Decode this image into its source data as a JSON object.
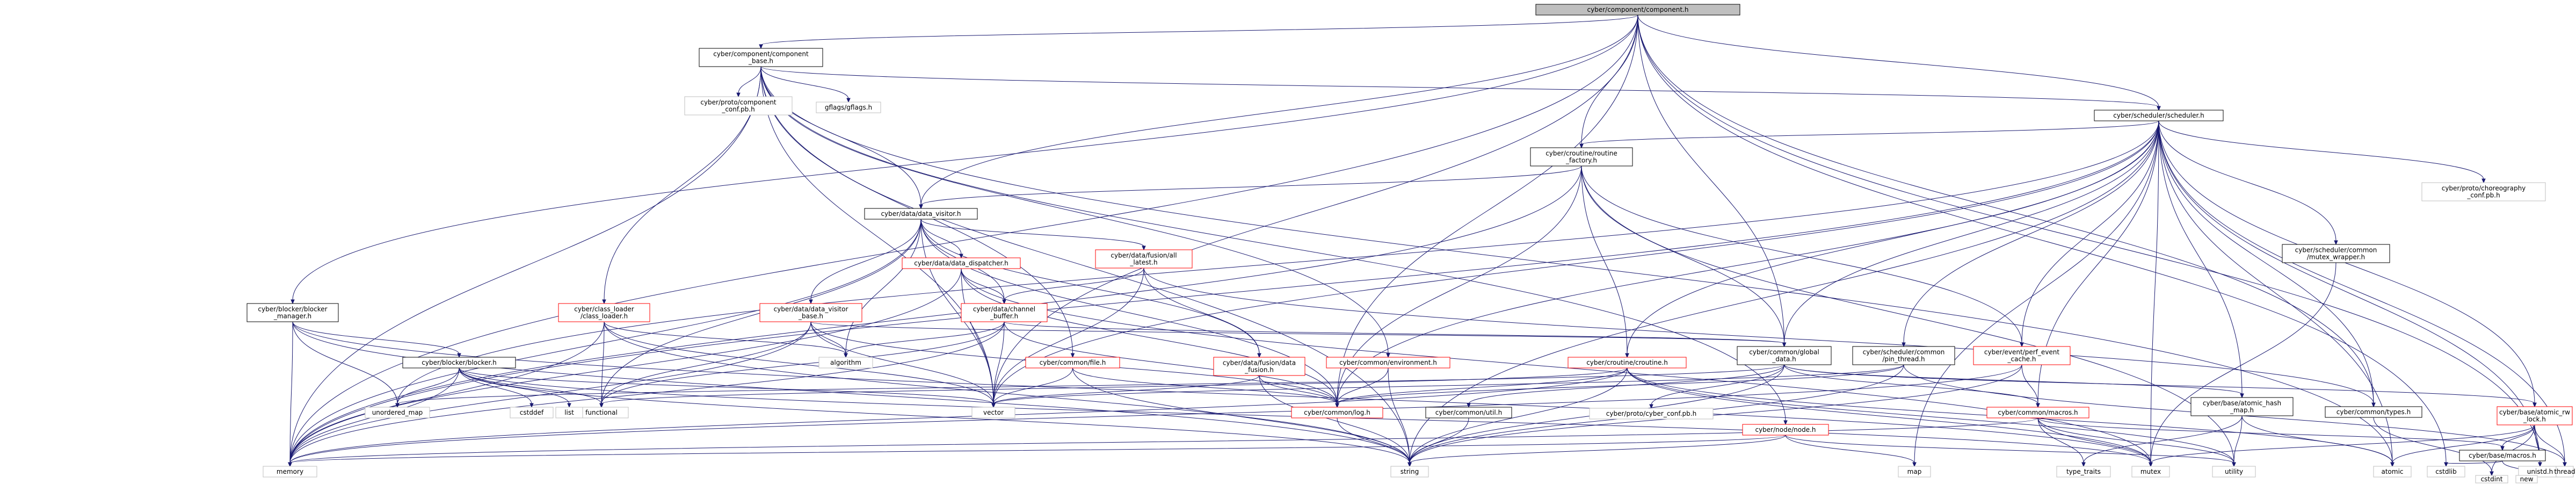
{
  "graph": {
    "nodes": [
      {
        "id": "component_h",
        "lines": [
          "cyber/component/component.h"
        ],
        "style": "root"
      },
      {
        "id": "component_base_h",
        "lines": [
          "cyber/component/component",
          "_base.h"
        ],
        "style": "normal"
      },
      {
        "id": "scheduler_h",
        "lines": [
          "cyber/scheduler/scheduler.h"
        ],
        "style": "normal"
      },
      {
        "id": "routine_factory_h",
        "lines": [
          "cyber/croutine/routine",
          "_factory.h"
        ],
        "style": "normal"
      },
      {
        "id": "data_visitor_h",
        "lines": [
          "cyber/data/data_visitor.h"
        ],
        "style": "normal"
      },
      {
        "id": "data_dispatcher_h",
        "lines": [
          "cyber/data/data_dispatcher.h"
        ],
        "style": "red"
      },
      {
        "id": "all_latest_h",
        "lines": [
          "cyber/data/fusion/all",
          "_latest.h"
        ],
        "style": "red"
      },
      {
        "id": "blocker_manager_h",
        "lines": [
          "cyber/blocker/blocker",
          "_manager.h"
        ],
        "style": "normal"
      },
      {
        "id": "class_loader_h",
        "lines": [
          "cyber/class_loader",
          "/class_loader.h"
        ],
        "style": "red"
      },
      {
        "id": "channel_buffer_h",
        "lines": [
          "cyber/data/channel",
          "_buffer.h"
        ],
        "style": "red"
      },
      {
        "id": "data_visitor_base_h",
        "lines": [
          "cyber/data/data_visitor",
          "_base.h"
        ],
        "style": "red"
      },
      {
        "id": "blocker_h",
        "lines": [
          "cyber/blocker/blocker.h"
        ],
        "style": "normal"
      },
      {
        "id": "file_h",
        "lines": [
          "cyber/common/file.h"
        ],
        "style": "red"
      },
      {
        "id": "data_fusion_h",
        "lines": [
          "cyber/data/fusion/data",
          "_fusion.h"
        ],
        "style": "red"
      },
      {
        "id": "environment_h",
        "lines": [
          "cyber/common/environment.h"
        ],
        "style": "red"
      },
      {
        "id": "croutine_h",
        "lines": [
          "cyber/croutine/croutine.h"
        ],
        "style": "red"
      },
      {
        "id": "global_data_h",
        "lines": [
          "cyber/common/global",
          "_data.h"
        ],
        "style": "normal"
      },
      {
        "id": "pin_thread_h",
        "lines": [
          "cyber/scheduler/common",
          "/pin_thread.h"
        ],
        "style": "normal"
      },
      {
        "id": "perf_event_cache_h",
        "lines": [
          "cyber/event/perf_event",
          "_cache.h"
        ],
        "style": "red"
      },
      {
        "id": "mutex_wrapper_h",
        "lines": [
          "cyber/scheduler/common",
          "/mutex_wrapper.h"
        ],
        "style": "normal"
      },
      {
        "id": "choreography_conf_pb_h",
        "lines": [
          "cyber/proto/choreography",
          "_conf.pb.h"
        ],
        "style": "gray"
      },
      {
        "id": "component_conf_pb_h",
        "lines": [
          "cyber/proto/component",
          "_conf.pb.h"
        ],
        "style": "gray"
      },
      {
        "id": "gflags_h",
        "lines": [
          "gflags/gflags.h"
        ],
        "style": "gray"
      },
      {
        "id": "cyber_conf_pb_h",
        "lines": [
          "cyber/proto/cyber_conf.pb.h"
        ],
        "style": "gray"
      },
      {
        "id": "log_h",
        "lines": [
          "cyber/common/log.h"
        ],
        "style": "red"
      },
      {
        "id": "util_h",
        "lines": [
          "cyber/common/util.h"
        ],
        "style": "normal"
      },
      {
        "id": "node_h",
        "lines": [
          "cyber/node/node.h"
        ],
        "style": "red"
      },
      {
        "id": "common_macros_h",
        "lines": [
          "cyber/common/macros.h"
        ],
        "style": "red"
      },
      {
        "id": "atomic_hash_map_h",
        "lines": [
          "cyber/base/atomic_hash",
          "_map.h"
        ],
        "style": "normal"
      },
      {
        "id": "types_h",
        "lines": [
          "cyber/common/types.h"
        ],
        "style": "normal"
      },
      {
        "id": "atomic_rw_lock_h",
        "lines": [
          "cyber/base/atomic_rw",
          "_lock.h"
        ],
        "style": "red"
      },
      {
        "id": "base_macros_h",
        "lines": [
          "cyber/base/macros.h"
        ],
        "style": "normal"
      },
      {
        "id": "memory",
        "lines": [
          "memory"
        ],
        "style": "gray"
      },
      {
        "id": "string",
        "lines": [
          "string"
        ],
        "style": "gray"
      },
      {
        "id": "vector",
        "lines": [
          "vector"
        ],
        "style": "gray"
      },
      {
        "id": "functional",
        "lines": [
          "functional"
        ],
        "style": "gray"
      },
      {
        "id": "algorithm",
        "lines": [
          "algorithm"
        ],
        "style": "gray"
      },
      {
        "id": "unordered_map",
        "lines": [
          "unordered_map"
        ],
        "style": "gray"
      },
      {
        "id": "mutex",
        "lines": [
          "mutex"
        ],
        "style": "gray"
      },
      {
        "id": "map",
        "lines": [
          "map"
        ],
        "style": "gray"
      },
      {
        "id": "type_traits",
        "lines": [
          "type_traits"
        ],
        "style": "gray"
      },
      {
        "id": "utility",
        "lines": [
          "utility"
        ],
        "style": "gray"
      },
      {
        "id": "atomic",
        "lines": [
          "atomic"
        ],
        "style": "gray"
      },
      {
        "id": "cstdlib",
        "lines": [
          "cstdlib"
        ],
        "style": "gray"
      },
      {
        "id": "unistd_h",
        "lines": [
          "unistd.h"
        ],
        "style": "gray"
      },
      {
        "id": "thread",
        "lines": [
          "thread"
        ],
        "style": "gray"
      },
      {
        "id": "cstdint",
        "lines": [
          "cstdint"
        ],
        "style": "gray"
      },
      {
        "id": "new",
        "lines": [
          "new"
        ],
        "style": "gray"
      },
      {
        "id": "cstddef",
        "lines": [
          "cstddef"
        ],
        "style": "gray"
      },
      {
        "id": "list",
        "lines": [
          "list"
        ],
        "style": "gray"
      }
    ],
    "edges": [
      [
        "component_h",
        "component_base_h"
      ],
      [
        "component_h",
        "scheduler_h"
      ],
      [
        "component_h",
        "routine_factory_h"
      ],
      [
        "component_h",
        "data_visitor_h"
      ],
      [
        "component_h",
        "blocker_manager_h"
      ],
      [
        "component_h",
        "memory"
      ],
      [
        "component_h",
        "vector"
      ],
      [
        "component_h",
        "log_h"
      ],
      [
        "component_h",
        "global_data_h"
      ],
      [
        "component_h",
        "types_h"
      ],
      [
        "component_h",
        "cstdlib"
      ],
      [
        "component_h",
        "unistd_h"
      ],
      [
        "component_base_h",
        "component_conf_pb_h"
      ],
      [
        "component_base_h",
        "gflags_h"
      ],
      [
        "component_base_h",
        "class_loader_h"
      ],
      [
        "component_base_h",
        "scheduler_h"
      ],
      [
        "component_base_h",
        "data_visitor_h"
      ],
      [
        "component_base_h",
        "file_h"
      ],
      [
        "component_base_h",
        "environment_h"
      ],
      [
        "component_base_h",
        "memory"
      ],
      [
        "component_base_h",
        "string"
      ],
      [
        "component_base_h",
        "vector"
      ],
      [
        "component_base_h",
        "atomic"
      ],
      [
        "component_base_h",
        "node_h"
      ],
      [
        "scheduler_h",
        "routine_factory_h"
      ],
      [
        "scheduler_h",
        "croutine_h"
      ],
      [
        "scheduler_h",
        "global_data_h"
      ],
      [
        "scheduler_h",
        "pin_thread_h"
      ],
      [
        "scheduler_h",
        "perf_event_cache_h"
      ],
      [
        "scheduler_h",
        "mutex_wrapper_h"
      ],
      [
        "scheduler_h",
        "choreography_conf_pb_h"
      ],
      [
        "scheduler_h",
        "atomic_hash_map_h"
      ],
      [
        "scheduler_h",
        "atomic_rw_lock_h"
      ],
      [
        "scheduler_h",
        "types_h"
      ],
      [
        "scheduler_h",
        "log_h"
      ],
      [
        "scheduler_h",
        "common_macros_h"
      ],
      [
        "scheduler_h",
        "memory"
      ],
      [
        "scheduler_h",
        "string"
      ],
      [
        "scheduler_h",
        "vector"
      ],
      [
        "scheduler_h",
        "unordered_map"
      ],
      [
        "scheduler_h",
        "mutex"
      ],
      [
        "scheduler_h",
        "map"
      ],
      [
        "scheduler_h",
        "atomic"
      ],
      [
        "scheduler_h",
        "thread"
      ],
      [
        "scheduler_h",
        "unistd_h"
      ],
      [
        "routine_factory_h",
        "data_visitor_h"
      ],
      [
        "routine_factory_h",
        "croutine_h"
      ],
      [
        "routine_factory_h",
        "global_data_h"
      ],
      [
        "routine_factory_h",
        "perf_event_cache_h"
      ],
      [
        "routine_factory_h",
        "log_h"
      ],
      [
        "routine_factory_h",
        "memory"
      ],
      [
        "routine_factory_h",
        "utility"
      ],
      [
        "data_visitor_h",
        "data_dispatcher_h"
      ],
      [
        "data_visitor_h",
        "all_latest_h"
      ],
      [
        "data_visitor_h",
        "channel_buffer_h"
      ],
      [
        "data_visitor_h",
        "data_visitor_base_h"
      ],
      [
        "data_visitor_h",
        "data_fusion_h"
      ],
      [
        "data_visitor_h",
        "log_h"
      ],
      [
        "data_visitor_h",
        "algorithm"
      ],
      [
        "data_visitor_h",
        "functional"
      ],
      [
        "data_visitor_h",
        "memory"
      ],
      [
        "data_visitor_h",
        "vector"
      ],
      [
        "data_dispatcher_h",
        "channel_buffer_h"
      ],
      [
        "data_dispatcher_h",
        "log_h"
      ],
      [
        "data_dispatcher_h",
        "memory"
      ],
      [
        "data_dispatcher_h",
        "mutex"
      ],
      [
        "data_dispatcher_h",
        "vector"
      ],
      [
        "all_latest_h",
        "channel_buffer_h"
      ],
      [
        "all_latest_h",
        "data_fusion_h"
      ],
      [
        "all_latest_h",
        "types_h"
      ],
      [
        "all_latest_h",
        "vector"
      ],
      [
        "channel_buffer_h",
        "global_data_h"
      ],
      [
        "channel_buffer_h",
        "log_h"
      ],
      [
        "channel_buffer_h",
        "algorithm"
      ],
      [
        "channel_buffer_h",
        "functional"
      ],
      [
        "channel_buffer_h",
        "memory"
      ],
      [
        "channel_buffer_h",
        "vector"
      ],
      [
        "data_visitor_base_h",
        "global_data_h"
      ],
      [
        "data_visitor_base_h",
        "log_h"
      ],
      [
        "data_visitor_base_h",
        "algorithm"
      ],
      [
        "data_visitor_base_h",
        "functional"
      ],
      [
        "data_visitor_base_h",
        "memory"
      ],
      [
        "data_visitor_base_h",
        "vector"
      ],
      [
        "blocker_manager_h",
        "blocker_h"
      ],
      [
        "blocker_manager_h",
        "memory"
      ],
      [
        "blocker_manager_h",
        "mutex"
      ],
      [
        "blocker_manager_h",
        "string"
      ],
      [
        "blocker_manager_h",
        "unordered_map"
      ],
      [
        "blocker_h",
        "cstddef"
      ],
      [
        "blocker_h",
        "list"
      ],
      [
        "blocker_h",
        "functional"
      ],
      [
        "blocker_h",
        "memory"
      ],
      [
        "blocker_h",
        "mutex"
      ],
      [
        "blocker_h",
        "string"
      ],
      [
        "blocker_h",
        "unordered_map"
      ],
      [
        "blocker_h",
        "vector"
      ],
      [
        "class_loader_h",
        "algorithm"
      ],
      [
        "class_loader_h",
        "functional"
      ],
      [
        "class_loader_h",
        "memory"
      ],
      [
        "class_loader_h",
        "string"
      ],
      [
        "class_loader_h",
        "vector"
      ],
      [
        "file_h",
        "log_h"
      ],
      [
        "file_h",
        "string"
      ],
      [
        "file_h",
        "vector"
      ],
      [
        "data_fusion_h",
        "log_h"
      ],
      [
        "data_fusion_h",
        "string"
      ],
      [
        "data_fusion_h",
        "vector"
      ],
      [
        "environment_h",
        "log_h"
      ],
      [
        "environment_h",
        "string"
      ],
      [
        "croutine_h",
        "log_h"
      ],
      [
        "croutine_h",
        "atomic"
      ],
      [
        "croutine_h",
        "functional"
      ],
      [
        "croutine_h",
        "memory"
      ],
      [
        "croutine_h",
        "mutex"
      ],
      [
        "croutine_h",
        "utility"
      ],
      [
        "croutine_h",
        "string"
      ],
      [
        "global_data_h",
        "atomic_hash_map_h"
      ],
      [
        "global_data_h",
        "atomic_rw_lock_h"
      ],
      [
        "global_data_h",
        "common_macros_h"
      ],
      [
        "global_data_h",
        "util_h"
      ],
      [
        "global_data_h",
        "cyber_conf_pb_h"
      ],
      [
        "global_data_h",
        "string"
      ],
      [
        "global_data_h",
        "unordered_map"
      ],
      [
        "pin_thread_h",
        "log_h"
      ],
      [
        "pin_thread_h",
        "string"
      ],
      [
        "pin_thread_h",
        "thread"
      ],
      [
        "pin_thread_h",
        "vector"
      ],
      [
        "perf_event_cache_h",
        "common_macros_h"
      ],
      [
        "perf_event_cache_h",
        "memory"
      ],
      [
        "perf_event_cache_h",
        "string"
      ],
      [
        "mutex_wrapper_h",
        "mutex"
      ],
      [
        "node_h",
        "map"
      ],
      [
        "node_h",
        "memory"
      ],
      [
        "node_h",
        "string"
      ],
      [
        "node_h",
        "utility"
      ],
      [
        "common_macros_h",
        "base_macros_h"
      ],
      [
        "common_macros_h",
        "iostream"
      ],
      [
        "common_macros_h",
        "memory"
      ],
      [
        "common_macros_h",
        "mutex"
      ],
      [
        "common_macros_h",
        "type_traits"
      ],
      [
        "common_macros_h",
        "utility"
      ],
      [
        "atomic_hash_map_h",
        "atomic"
      ],
      [
        "atomic_hash_map_h",
        "type_traits"
      ],
      [
        "atomic_hash_map_h",
        "utility"
      ],
      [
        "types_h",
        "cstdint"
      ],
      [
        "atomic_rw_lock_h",
        "base_macros_h"
      ],
      [
        "atomic_rw_lock_h",
        "atomic"
      ],
      [
        "atomic_rw_lock_h",
        "cstdint"
      ],
      [
        "atomic_rw_lock_h",
        "mutex"
      ],
      [
        "atomic_rw_lock_h",
        "thread"
      ],
      [
        "atomic_rw_lock_h",
        "unistd_h"
      ],
      [
        "base_macros_h",
        "cstdlib"
      ],
      [
        "base_macros_h",
        "new"
      ],
      [
        "util_h",
        "string"
      ],
      [
        "log_h",
        "string"
      ]
    ]
  }
}
